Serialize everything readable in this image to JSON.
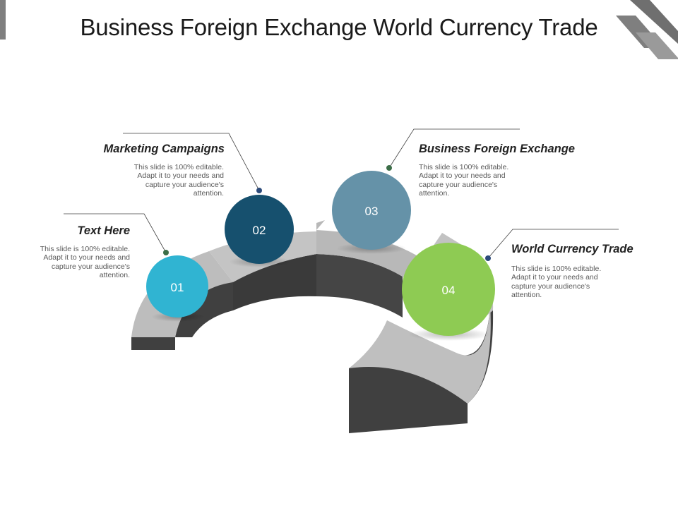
{
  "title": "Business Foreign Exchange World Currency Trade",
  "colors": {
    "step1": "#30b4d2",
    "step2": "#16506e",
    "step3": "#6592a8",
    "step4": "#8ecb53",
    "arrow_top": "#bdbdbd",
    "arrow_side": "#404040",
    "dot_green": "#3c6e48",
    "dot_blue": "#2c4a7a"
  },
  "steps": [
    {
      "number": "01",
      "heading": "Text Here",
      "body": "This slide is 100% editable.\nAdapt it to your needs and\ncapture your audience's\nattention."
    },
    {
      "number": "02",
      "heading": "Marketing Campaigns",
      "body": "This slide is 100% editable.\nAdapt it to your needs and\ncapture your audience's\nattention."
    },
    {
      "number": "03",
      "heading": "Business Foreign Exchange",
      "body": "This slide is 100% editable.\nAdapt it to your needs and\ncapture your audience's\nattention."
    },
    {
      "number": "04",
      "heading": "World Currency Trade",
      "body": "This slide is 100% editable.\nAdapt it to your needs and\ncapture your audience's\nattention."
    }
  ]
}
